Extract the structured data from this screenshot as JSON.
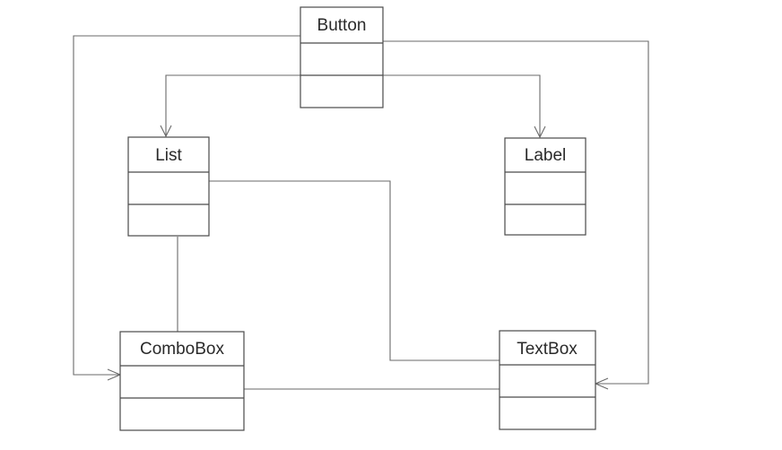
{
  "diagram": {
    "classes": {
      "button": {
        "name": "Button"
      },
      "list": {
        "name": "List"
      },
      "label": {
        "name": "Label"
      },
      "combobox": {
        "name": "ComboBox"
      },
      "textbox": {
        "name": "TextBox"
      }
    },
    "relationships": [
      {
        "from": "Button",
        "to": "List",
        "type": "directed-association"
      },
      {
        "from": "Button",
        "to": "Label",
        "type": "directed-association"
      },
      {
        "from": "Button",
        "to": "ComboBox",
        "type": "directed-association"
      },
      {
        "from": "Button",
        "to": "TextBox",
        "type": "directed-association"
      },
      {
        "from": "List",
        "to": "ComboBox",
        "type": "association"
      },
      {
        "from": "List",
        "to": "TextBox",
        "type": "association"
      },
      {
        "from": "ComboBox",
        "to": "TextBox",
        "type": "association"
      }
    ]
  },
  "colors": {
    "box_stroke": "#4a4a4a",
    "line": "#6a6a6a",
    "text": "#2a2a2a",
    "background": "#ffffff"
  }
}
